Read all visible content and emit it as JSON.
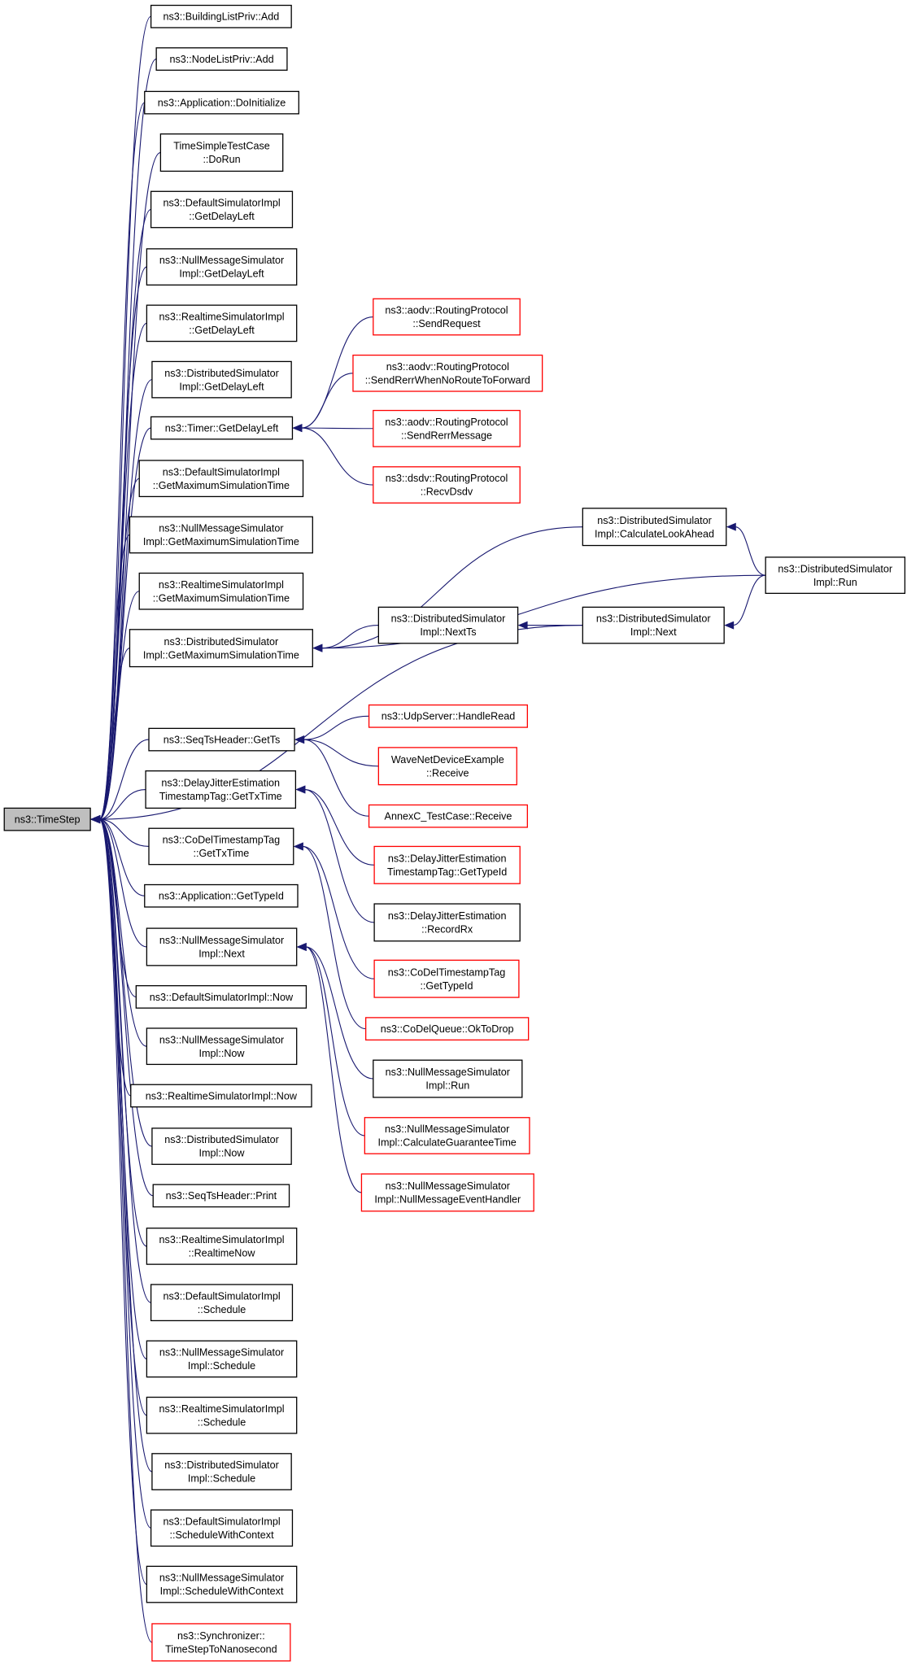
{
  "colors": {
    "edge": "#191970",
    "normal_border": "#000000",
    "truncated_border": "#ff0000",
    "root_fill": "#bfbfbf"
  },
  "nodes": [
    {
      "id": "ts",
      "lines": [
        "ns3::TimeStep"
      ],
      "style": "root"
    },
    {
      "id": "n1",
      "lines": [
        "ns3::BuildingListPriv::Add"
      ],
      "style": "black"
    },
    {
      "id": "n2",
      "lines": [
        "ns3::NodeListPriv::Add"
      ],
      "style": "black"
    },
    {
      "id": "n3",
      "lines": [
        "ns3::Application::DoInitialize"
      ],
      "style": "black"
    },
    {
      "id": "n4",
      "lines": [
        "TimeSimpleTestCase",
        "::DoRun"
      ],
      "style": "black"
    },
    {
      "id": "n5",
      "lines": [
        "ns3::DefaultSimulatorImpl",
        "::GetDelayLeft"
      ],
      "style": "black"
    },
    {
      "id": "n6",
      "lines": [
        "ns3::NullMessageSimulator",
        "Impl::GetDelayLeft"
      ],
      "style": "black"
    },
    {
      "id": "n7",
      "lines": [
        "ns3::RealtimeSimulatorImpl",
        "::GetDelayLeft"
      ],
      "style": "black"
    },
    {
      "id": "n8",
      "lines": [
        "ns3::DistributedSimulator",
        "Impl::GetDelayLeft"
      ],
      "style": "black"
    },
    {
      "id": "timer",
      "lines": [
        "ns3::Timer::GetDelayLeft"
      ],
      "style": "black"
    },
    {
      "id": "n10",
      "lines": [
        "ns3::DefaultSimulatorImpl",
        "::GetMaximumSimulationTime"
      ],
      "style": "black"
    },
    {
      "id": "n11",
      "lines": [
        "ns3::NullMessageSimulator",
        "Impl::GetMaximumSimulationTime"
      ],
      "style": "black"
    },
    {
      "id": "n12",
      "lines": [
        "ns3::RealtimeSimulatorImpl",
        "::GetMaximumSimulationTime"
      ],
      "style": "black"
    },
    {
      "id": "dmax",
      "lines": [
        "ns3::DistributedSimulator",
        "Impl::GetMaximumSimulationTime"
      ],
      "style": "black"
    },
    {
      "id": "seqts",
      "lines": [
        "ns3::SeqTsHeader::GetTs"
      ],
      "style": "black"
    },
    {
      "id": "djtx",
      "lines": [
        "ns3::DelayJitterEstimation",
        "TimestampTag::GetTxTime"
      ],
      "style": "black"
    },
    {
      "id": "codeltx",
      "lines": [
        "ns3::CoDelTimestampTag",
        "::GetTxTime"
      ],
      "style": "black"
    },
    {
      "id": "n17",
      "lines": [
        "ns3::Application::GetTypeId"
      ],
      "style": "black"
    },
    {
      "id": "nmnext",
      "lines": [
        "ns3::NullMessageSimulator",
        "Impl::Next"
      ],
      "style": "black"
    },
    {
      "id": "n19",
      "lines": [
        "ns3::DefaultSimulatorImpl::Now"
      ],
      "style": "black"
    },
    {
      "id": "n20",
      "lines": [
        "ns3::NullMessageSimulator",
        "Impl::Now"
      ],
      "style": "black"
    },
    {
      "id": "n21",
      "lines": [
        "ns3::RealtimeSimulatorImpl::Now"
      ],
      "style": "black"
    },
    {
      "id": "n22",
      "lines": [
        "ns3::DistributedSimulator",
        "Impl::Now"
      ],
      "style": "black"
    },
    {
      "id": "n23",
      "lines": [
        "ns3::SeqTsHeader::Print"
      ],
      "style": "black"
    },
    {
      "id": "n24",
      "lines": [
        "ns3::RealtimeSimulatorImpl",
        "::RealtimeNow"
      ],
      "style": "black"
    },
    {
      "id": "n25",
      "lines": [
        "ns3::DefaultSimulatorImpl",
        "::Schedule"
      ],
      "style": "black"
    },
    {
      "id": "n26",
      "lines": [
        "ns3::NullMessageSimulator",
        "Impl::Schedule"
      ],
      "style": "black"
    },
    {
      "id": "n27",
      "lines": [
        "ns3::RealtimeSimulatorImpl",
        "::Schedule"
      ],
      "style": "black"
    },
    {
      "id": "n28",
      "lines": [
        "ns3::DistributedSimulator",
        "Impl::Schedule"
      ],
      "style": "black"
    },
    {
      "id": "n29",
      "lines": [
        "ns3::DefaultSimulatorImpl",
        "::ScheduleWithContext"
      ],
      "style": "black"
    },
    {
      "id": "n30",
      "lines": [
        "ns3::NullMessageSimulator",
        "Impl::ScheduleWithContext"
      ],
      "style": "black"
    },
    {
      "id": "n31",
      "lines": [
        "ns3::Synchronizer::",
        "TimeStepToNanosecond"
      ],
      "style": "red"
    },
    {
      "id": "aodvreq",
      "lines": [
        "ns3::aodv::RoutingProtocol",
        "::SendRequest"
      ],
      "style": "red"
    },
    {
      "id": "aodvrerr",
      "lines": [
        "ns3::aodv::RoutingProtocol",
        "::SendRerrWhenNoRouteToForward"
      ],
      "style": "red"
    },
    {
      "id": "aodvrerrmsg",
      "lines": [
        "ns3::aodv::RoutingProtocol",
        "::SendRerrMessage"
      ],
      "style": "red"
    },
    {
      "id": "dsdv",
      "lines": [
        "ns3::dsdv::RoutingProtocol",
        "::RecvDsdv"
      ],
      "style": "red"
    },
    {
      "id": "dcla",
      "lines": [
        "ns3::DistributedSimulator",
        "Impl::CalculateLookAhead"
      ],
      "style": "black"
    },
    {
      "id": "drun",
      "lines": [
        "ns3::DistributedSimulator",
        "Impl::Run"
      ],
      "style": "black"
    },
    {
      "id": "dnextts",
      "lines": [
        "ns3::DistributedSimulator",
        "Impl::NextTs"
      ],
      "style": "black"
    },
    {
      "id": "dnext",
      "lines": [
        "ns3::DistributedSimulator",
        "Impl::Next"
      ],
      "style": "black"
    },
    {
      "id": "udp",
      "lines": [
        "ns3::UdpServer::HandleRead"
      ],
      "style": "red"
    },
    {
      "id": "wave",
      "lines": [
        "WaveNetDeviceExample",
        "::Receive"
      ],
      "style": "red"
    },
    {
      "id": "annex",
      "lines": [
        "AnnexC_TestCase::Receive"
      ],
      "style": "red"
    },
    {
      "id": "djtype",
      "lines": [
        "ns3::DelayJitterEstimation",
        "TimestampTag::GetTypeId"
      ],
      "style": "red"
    },
    {
      "id": "djrx",
      "lines": [
        "ns3::DelayJitterEstimation",
        "::RecordRx"
      ],
      "style": "black"
    },
    {
      "id": "codeltype",
      "lines": [
        "ns3::CoDelTimestampTag",
        "::GetTypeId"
      ],
      "style": "red"
    },
    {
      "id": "codelq",
      "lines": [
        "ns3::CoDelQueue::OkToDrop"
      ],
      "style": "red"
    },
    {
      "id": "nmrun",
      "lines": [
        "ns3::NullMessageSimulator",
        "Impl::Run"
      ],
      "style": "black"
    },
    {
      "id": "nmcalc",
      "lines": [
        "ns3::NullMessageSimulator",
        "Impl::CalculateGuaranteeTime"
      ],
      "style": "red"
    },
    {
      "id": "nmhandler",
      "lines": [
        "ns3::NullMessageSimulator",
        "Impl::NullMessageEventHandler"
      ],
      "style": "red"
    }
  ],
  "edges": [
    {
      "from": "n1",
      "to": "ts"
    },
    {
      "from": "n2",
      "to": "ts"
    },
    {
      "from": "n3",
      "to": "ts"
    },
    {
      "from": "n4",
      "to": "ts"
    },
    {
      "from": "n5",
      "to": "ts"
    },
    {
      "from": "n6",
      "to": "ts"
    },
    {
      "from": "n7",
      "to": "ts"
    },
    {
      "from": "n8",
      "to": "ts"
    },
    {
      "from": "timer",
      "to": "ts"
    },
    {
      "from": "n10",
      "to": "ts"
    },
    {
      "from": "n11",
      "to": "ts"
    },
    {
      "from": "n12",
      "to": "ts"
    },
    {
      "from": "dmax",
      "to": "ts"
    },
    {
      "from": "seqts",
      "to": "ts"
    },
    {
      "from": "djtx",
      "to": "ts"
    },
    {
      "from": "codeltx",
      "to": "ts"
    },
    {
      "from": "n17",
      "to": "ts"
    },
    {
      "from": "nmnext",
      "to": "ts"
    },
    {
      "from": "n19",
      "to": "ts"
    },
    {
      "from": "n20",
      "to": "ts"
    },
    {
      "from": "n21",
      "to": "ts"
    },
    {
      "from": "n22",
      "to": "ts"
    },
    {
      "from": "n23",
      "to": "ts"
    },
    {
      "from": "n24",
      "to": "ts"
    },
    {
      "from": "n25",
      "to": "ts"
    },
    {
      "from": "n26",
      "to": "ts"
    },
    {
      "from": "n27",
      "to": "ts"
    },
    {
      "from": "n28",
      "to": "ts"
    },
    {
      "from": "n29",
      "to": "ts"
    },
    {
      "from": "n30",
      "to": "ts"
    },
    {
      "from": "n31",
      "to": "ts"
    },
    {
      "from": "dnext",
      "to": "ts"
    },
    {
      "from": "aodvreq",
      "to": "timer"
    },
    {
      "from": "aodvrerr",
      "to": "timer"
    },
    {
      "from": "aodvrerrmsg",
      "to": "timer"
    },
    {
      "from": "dsdv",
      "to": "timer"
    },
    {
      "from": "dcla",
      "to": "dmax"
    },
    {
      "from": "drun",
      "to": "dmax"
    },
    {
      "from": "dnextts",
      "to": "dmax"
    },
    {
      "from": "drun",
      "to": "dcla"
    },
    {
      "from": "dnext",
      "to": "dnextts"
    },
    {
      "from": "drun",
      "to": "dnext"
    },
    {
      "from": "udp",
      "to": "seqts"
    },
    {
      "from": "wave",
      "to": "seqts"
    },
    {
      "from": "annex",
      "to": "seqts"
    },
    {
      "from": "djtype",
      "to": "djtx"
    },
    {
      "from": "djrx",
      "to": "djtx"
    },
    {
      "from": "codeltype",
      "to": "codeltx"
    },
    {
      "from": "codelq",
      "to": "codeltx"
    },
    {
      "from": "nmrun",
      "to": "nmnext"
    },
    {
      "from": "nmcalc",
      "to": "nmnext"
    },
    {
      "from": "nmhandler",
      "to": "nmnext"
    }
  ]
}
